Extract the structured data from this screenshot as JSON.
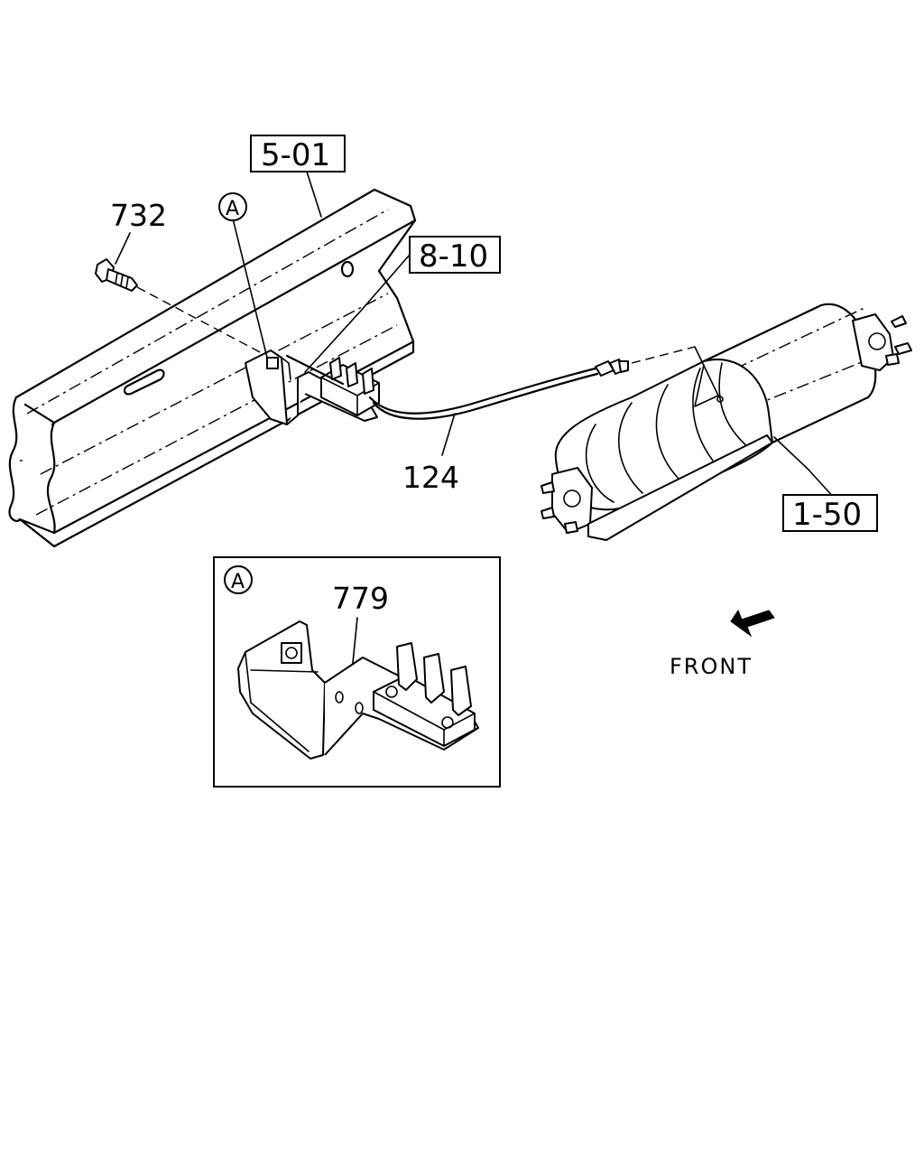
{
  "callouts": {
    "frame_ref": "5-01",
    "harness_ref": "8-10",
    "catalyst_ref": "1-50",
    "bolt": "732",
    "cable": "124",
    "bracket": "779",
    "detail_marker": "A"
  },
  "direction_label": "FRONT",
  "inset": {
    "marker": "A",
    "part": "779"
  }
}
